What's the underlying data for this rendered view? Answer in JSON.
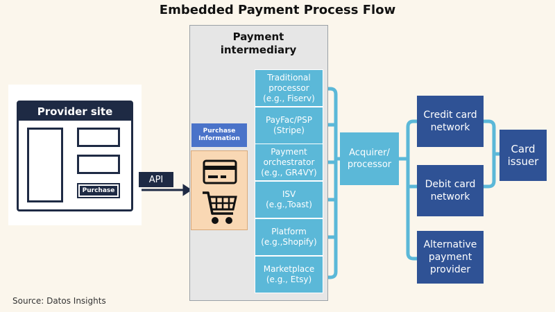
{
  "title": "Embedded Payment Process Flow",
  "provider": {
    "header": "Provider site",
    "purchase_button": "Purchase"
  },
  "api_label": "API",
  "intermediary": {
    "title": "Payment intermediary",
    "purchase_info": "Purchase Information",
    "options": [
      {
        "line1": "Traditional processor",
        "line2": "(e.g., Fiserv)"
      },
      {
        "line1": "PayFac/PSP",
        "line2": "(Stripe)"
      },
      {
        "line1": "Payment orchestrator",
        "line2": "(e.g., GR4VY)"
      },
      {
        "line1": "ISV",
        "line2": "(e.g.,Toast)"
      },
      {
        "line1": "Platform",
        "line2": "(e.g.,Shopify)"
      },
      {
        "line1": "Marketplace",
        "line2": "(e.g., Etsy)"
      }
    ]
  },
  "acquirer": "Acquirer/ processor",
  "networks": {
    "credit": "Credit card network",
    "debit": "Debit card network",
    "alternative": "Alternative payment provider"
  },
  "card_issuer": "Card issuer",
  "source": "Source: Datos Insights",
  "colors": {
    "navy": "#1e2a44",
    "light_blue": "#5bb8d8",
    "mid_blue": "#2f5295",
    "purchase_label_blue": "#4a73c9",
    "peach": "#f9d8b4",
    "background": "#fbf6ec"
  }
}
